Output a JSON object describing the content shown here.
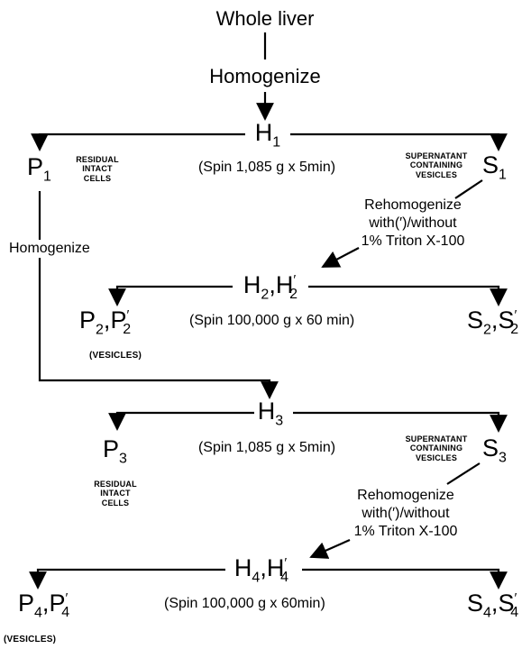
{
  "top": {
    "start": "Whole liver",
    "homogenize": "Homogenize"
  },
  "level1": {
    "h": "H",
    "h_sub": "1",
    "spin": "(Spin 1,085 g x 5min)",
    "p": "P",
    "p_sub": "1",
    "p_note": [
      "RESIDUAL",
      "INTACT",
      "CELLS"
    ],
    "s": "S",
    "s_sub": "1",
    "s_note": [
      "SUPERNATANT",
      "CONTAINING",
      "VESICLES"
    ],
    "rehomogenize": [
      "Rehomogenize",
      "with(′)/without",
      "1% Triton X-100"
    ],
    "homogenize_side": "Homogenize"
  },
  "level2": {
    "h_a": "H",
    "h_a_sub": "2",
    "comma": ",",
    "h_b": "H",
    "h_b_sub": "2",
    "prime": "′",
    "spin": "(Spin 100,000 g x 60 min)",
    "p_a": "P",
    "p_a_sub": "2",
    "p_b": "P",
    "p_b_sub": "2",
    "p_note": "(VESICLES)",
    "s_a": "S",
    "s_a_sub": "2",
    "s_b": "S",
    "s_b_sub": "2"
  },
  "level3": {
    "h": "H",
    "h_sub": "3",
    "spin": "(Spin 1,085 g x 5min)",
    "p": "P",
    "p_sub": "3",
    "p_note": [
      "RESIDUAL",
      "INTACT",
      "CELLS"
    ],
    "s": "S",
    "s_sub": "3",
    "s_note": [
      "SUPERNATANT",
      "CONTAINING",
      "VESICLES"
    ],
    "rehomogenize": [
      "Rehomogenize",
      "with(′)/without",
      "1% Triton X-100"
    ]
  },
  "level4": {
    "h_a": "H",
    "h_a_sub": "4",
    "comma": ",",
    "h_b": "H",
    "h_b_sub": "4",
    "prime": "′",
    "spin": "(Spin 100,000 g x 60min)",
    "p_a": "P",
    "p_a_sub": "4",
    "p_b": "P",
    "p_b_sub": "4",
    "p_note": "(VESICLES)",
    "s_a": "S",
    "s_a_sub": "4",
    "s_b": "S",
    "s_b_sub": "4"
  }
}
